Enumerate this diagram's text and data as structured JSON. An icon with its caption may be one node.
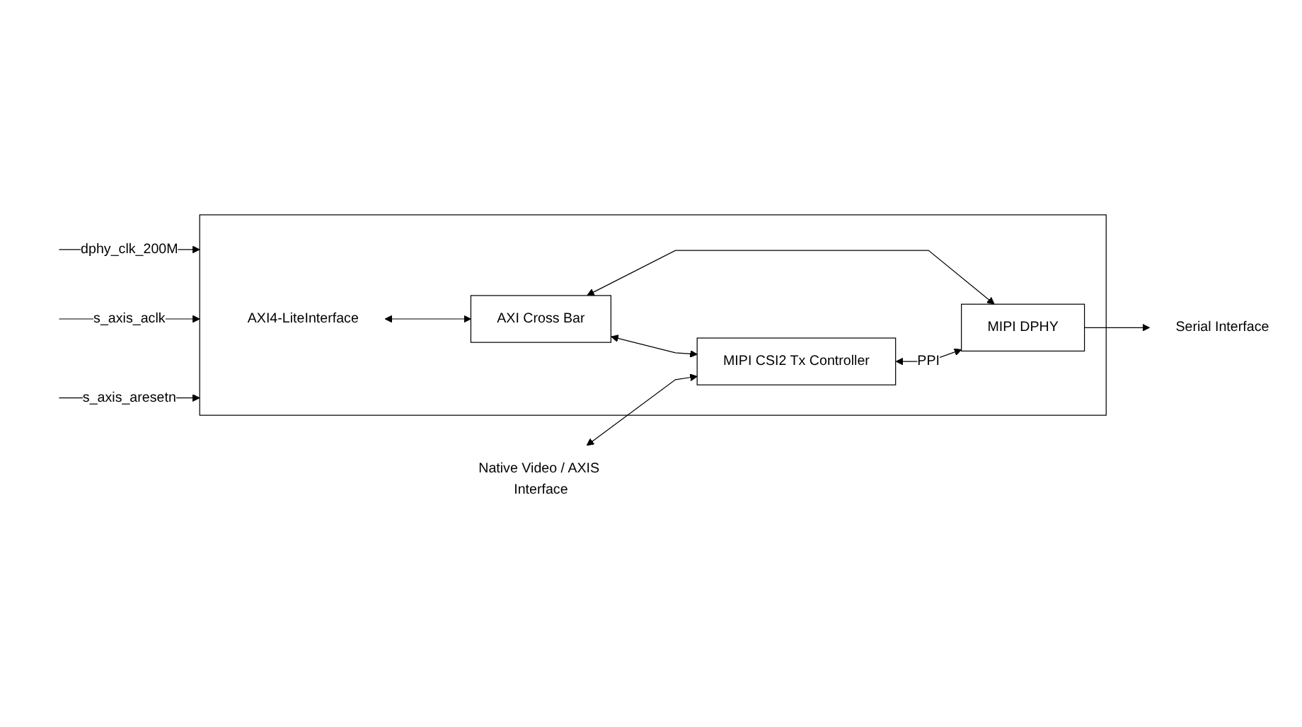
{
  "diagram": {
    "nodes": [
      {
        "text": [],
        "shape": "box"
      },
      {
        "text": [
          "AXI4-LiteInterface"
        ],
        "in": 0
      },
      {
        "text": [
          "AXI Cross Bar"
        ],
        "in": 0
      },
      {
        "text": [
          "Native Video / AXIS Interface"
        ]
      },
      {
        "text": [
          "MIPI CSI2 Tx Controller"
        ],
        "in": 0
      },
      {
        "text": [
          "MIPI DPHY"
        ],
        "in": 0
      },
      {
        "text": [
          "Serial Interface"
        ]
      }
    ],
    "edges": [
      {
        "from": null,
        "to": 0,
        "arrow": "to",
        "label": "dphy_clk_200M"
      },
      {
        "from": null,
        "to": 0,
        "arrow": "to",
        "label": "s_axis_aclk"
      },
      {
        "from": null,
        "to": 0,
        "arrow": "to",
        "label": "s_axis_aresetn"
      },
      {
        "from": 1,
        "to": 2,
        "arrow": "both"
      },
      {
        "from": 2,
        "to": 4,
        "arrow": "both"
      },
      {
        "from": 2,
        "to": 5,
        "arrow": "both"
      },
      {
        "from": 3,
        "to": 4,
        "arrow": "both"
      },
      {
        "from": 4,
        "to": 5,
        "arrow": "both",
        "label": "PPI"
      },
      {
        "from": 5,
        "to": 6,
        "arrow": "to"
      }
    ]
  }
}
